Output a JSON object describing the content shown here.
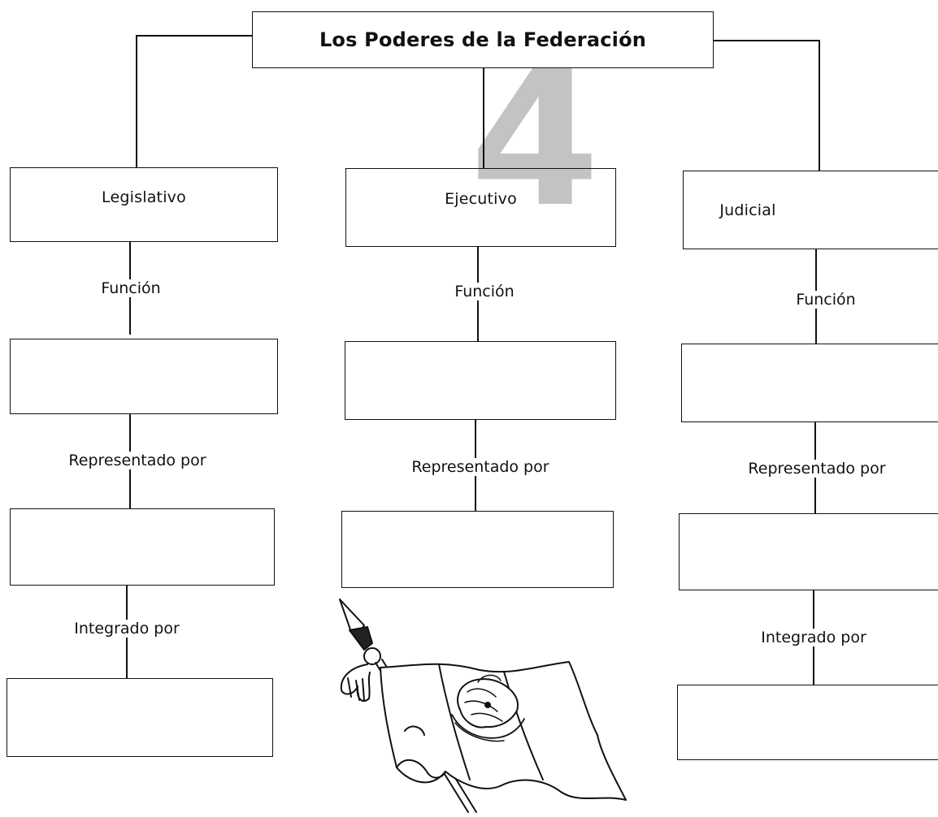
{
  "title": "Los Poderes de la Federación",
  "watermark": "4",
  "branches": [
    {
      "name": "Legislativo",
      "labels": {
        "funcion": "Función",
        "representado": "Representado por",
        "integrado": "Integrado por"
      }
    },
    {
      "name": "Ejecutivo",
      "labels": {
        "funcion": "Función",
        "representado": "Representado por"
      }
    },
    {
      "name": "Judicial",
      "labels": {
        "funcion": "Función",
        "representado": "Representado por",
        "integrado": "Integrado por"
      }
    }
  ],
  "illustration": "mexican-flag-illustration"
}
